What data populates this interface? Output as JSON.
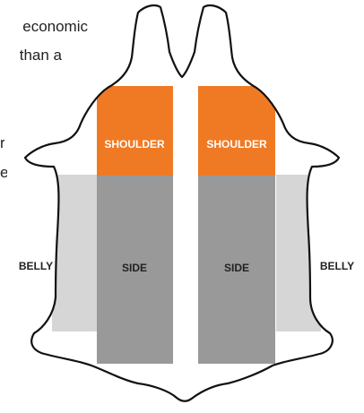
{
  "paragraph_lines": [
    "economic",
    "than a",
    "r",
    "e"
  ],
  "labels": {
    "shoulder_left": "SHOULDER",
    "shoulder_right": "SHOULDER",
    "side_left": "SIDE",
    "side_right": "SIDE",
    "belly_left": "BELLY",
    "belly_right": "BELLY"
  },
  "colors": {
    "shoulder": "#f07a24",
    "side": "#999999",
    "belly": "#d6d6d6",
    "outline": "#111111",
    "label_dark": "#222222"
  }
}
